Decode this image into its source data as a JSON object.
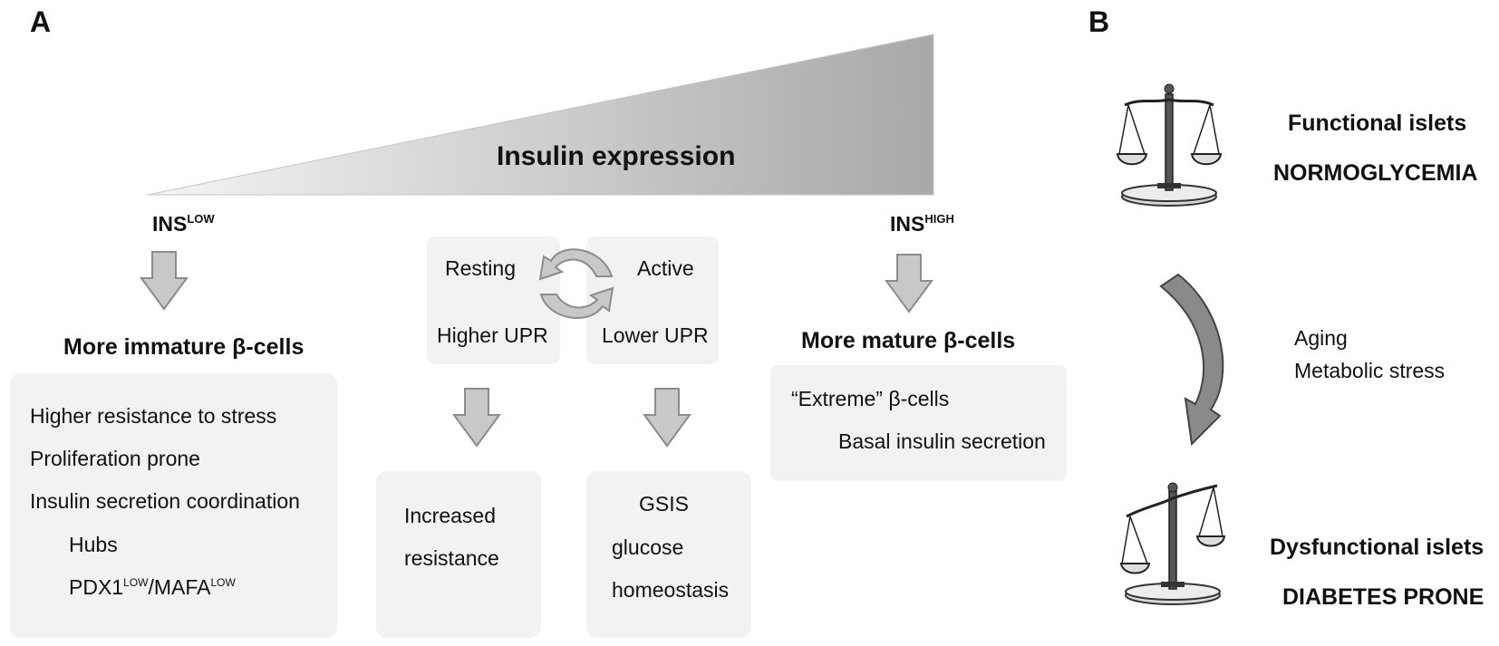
{
  "panel_a": {
    "letter": "A",
    "gradient_label": "Insulin expression",
    "ins_low": {
      "base": "INS",
      "sup": "LOW"
    },
    "ins_high": {
      "base": "INS",
      "sup": "HIGH"
    },
    "immature": {
      "title": "More immature β-cells",
      "items": [
        "Higher resistance to stress",
        "Proliferation prone",
        "Insulin secretion coordination"
      ],
      "sub_items": [
        "Hubs"
      ],
      "pdx1": {
        "a": "PDX1",
        "a_sup": "LOW",
        "sep": "/MAFA",
        "b_sup": "LOW"
      }
    },
    "cycle": {
      "resting": "Resting",
      "active": "Active",
      "higher_upr": "Higher UPR",
      "lower_upr": "Lower UPR"
    },
    "resistance_box": {
      "lines": [
        "Increased",
        "resistance"
      ]
    },
    "gsis_box": {
      "lines": [
        "GSIS",
        "glucose",
        "homeostasis"
      ]
    },
    "mature": {
      "title": "More mature β-cells",
      "extreme": "“Extreme” β-cells",
      "basal": "Basal insulin secretion"
    }
  },
  "panel_b": {
    "letter": "B",
    "functional": "Functional islets",
    "normo": "NORMOGLYCEMIA",
    "stress_lines": [
      "Aging",
      "Metabolic stress"
    ],
    "dysfunctional": "Dysfunctional islets",
    "prone": "DIABETES PRONE"
  },
  "colors": {
    "box_bg": "#f2f2f2",
    "arrow_fill": "#c8c8c8",
    "arrow_stroke": "#8c8c8c",
    "triangle_dark": "#a9a9a9",
    "triangle_light": "#f2f2f2"
  }
}
